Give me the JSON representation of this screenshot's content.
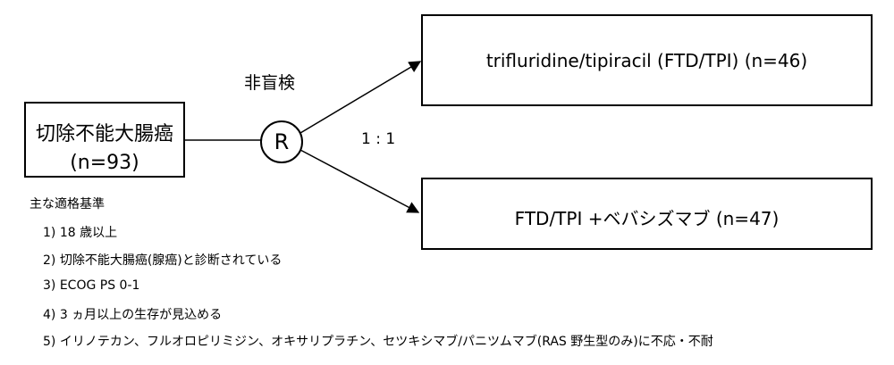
{
  "population": {
    "line1": "切除不能大腸癌",
    "line2": "(n=93)"
  },
  "randomization": {
    "letter": "R",
    "blinding": "非盲検",
    "ratio": "1 : 1"
  },
  "arms": [
    {
      "label": "trifluridine/tipiracil (FTD/TPI) (n=46)"
    },
    {
      "label": "FTD/TPI +ベバシズマブ (n=47)"
    }
  ],
  "criteria": {
    "title": "主な適格基準",
    "items": [
      "1) 18 歳以上",
      "2) 切除不能大腸癌(腺癌)と診断されている",
      "3) ECOG PS 0-1",
      "4) 3 ヵ月以上の生存が見込める",
      "5) イリノテカン、フルオロピリミジン、オキサリプラチン、セツキシマブ/パニツムマブ(RAS 野生型のみ)に不応・不耐"
    ]
  }
}
